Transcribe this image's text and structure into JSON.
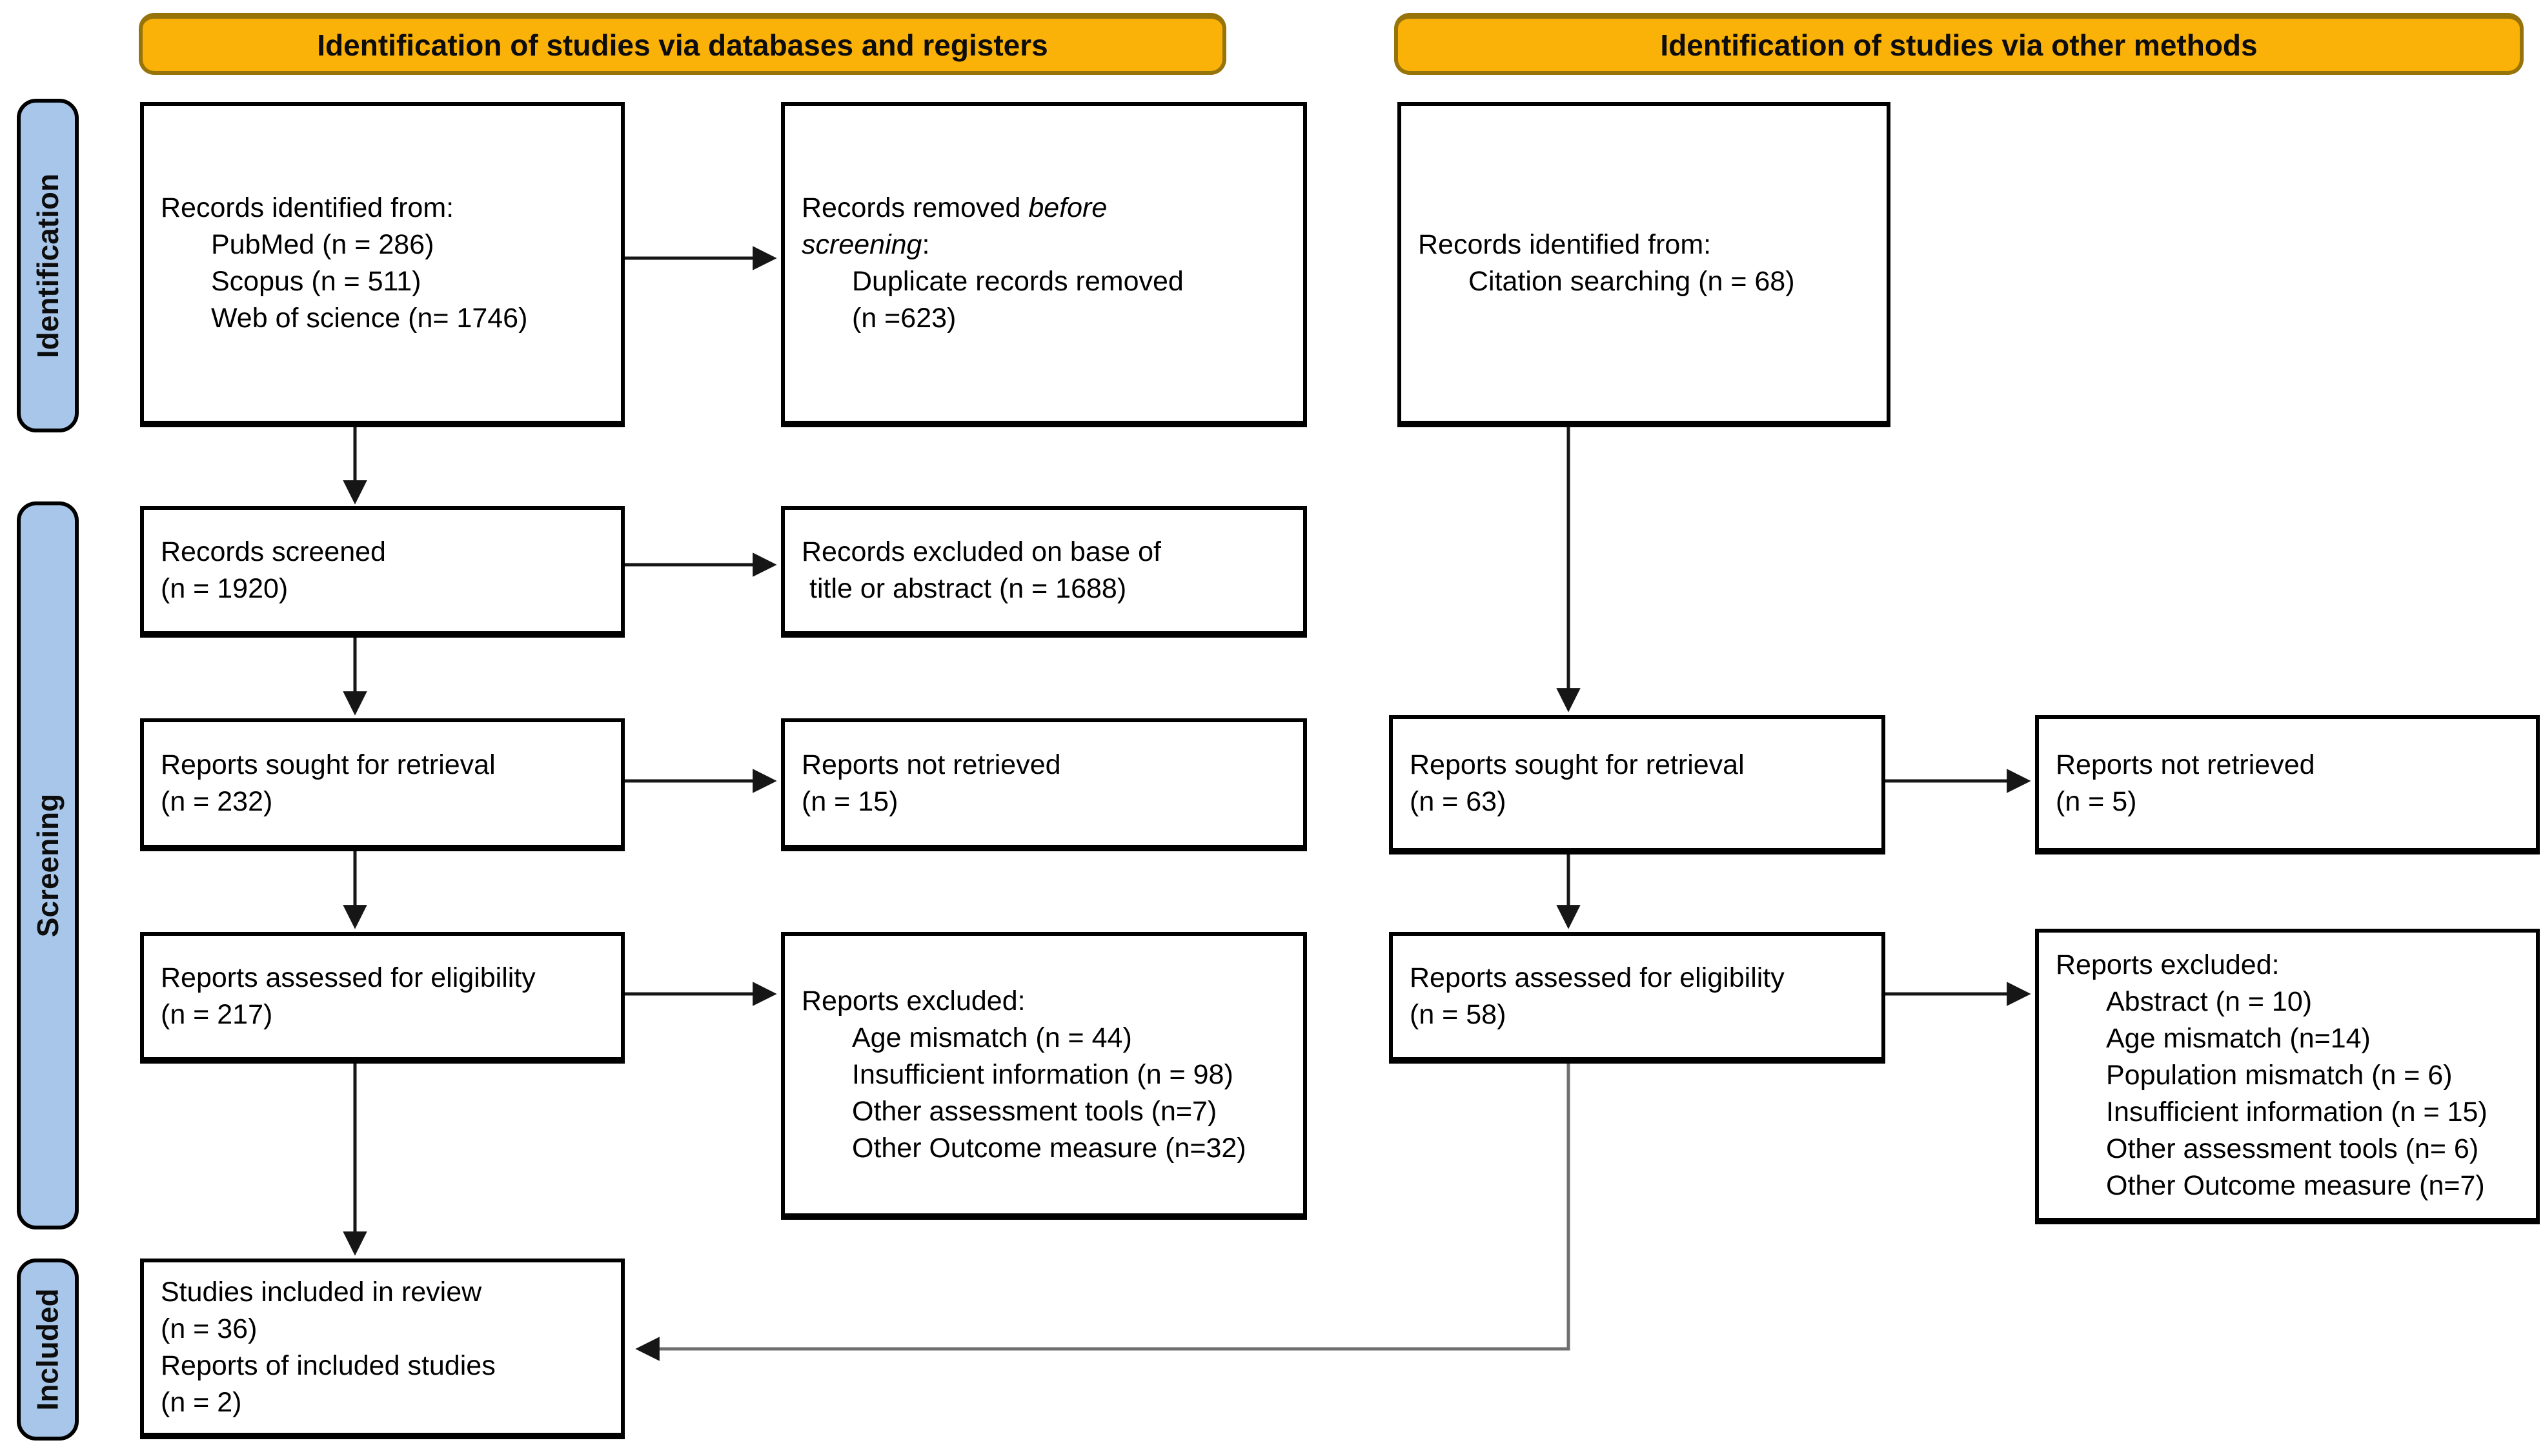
{
  "colors": {
    "banner-fill": "#FAB108",
    "banner-border": "#97740A",
    "sidebar-fill": "#A8C6E9",
    "wire": "#161616",
    "wire-soft": "#6f6f6f"
  },
  "banners": {
    "databases": "Identification of studies via databases and registers",
    "other": "Identification of studies via other methods"
  },
  "sidebar": {
    "identification": "Identification",
    "screening": "Screening",
    "included": "Included"
  },
  "boxes": {
    "db_identified": {
      "title": "Records identified from:",
      "items": [
        "PubMed (n = 286)",
        "Scopus (n = 511)",
        "Web of science (n= 1746)"
      ]
    },
    "records_removed": {
      "line1_normal": "Records removed ",
      "line1_italic": "before",
      "line2_italic": "screening",
      "line2_colon": ":",
      "items": [
        "Duplicate records removed",
        "(n =623)"
      ]
    },
    "other_identified": {
      "title": "Records identified from:",
      "items": [
        "Citation searching (n = 68)"
      ]
    },
    "records_screened": {
      "lines": [
        "Records screened",
        "(n = 1920)"
      ]
    },
    "records_excluded": {
      "lines": [
        "Records excluded on base of",
        "title or abstract (n = 1688)"
      ]
    },
    "reports_sought_db": {
      "lines": [
        "Reports sought for retrieval",
        "(n = 232)"
      ]
    },
    "reports_not_retrieved_db": {
      "lines": [
        "Reports not retrieved",
        "(n = 15)"
      ]
    },
    "reports_assessed_db": {
      "lines": [
        "Reports assessed for eligibility",
        "(n = 217)"
      ]
    },
    "reports_excluded_db": {
      "title": "Reports excluded:",
      "items": [
        "Age mismatch (n = 44)",
        "Insufficient information (n = 98)",
        "Other assessment tools (n=7)",
        "Other Outcome measure (n=32)"
      ]
    },
    "reports_sought_other": {
      "lines": [
        "Reports sought for retrieval",
        "(n = 63)"
      ]
    },
    "reports_not_retrieved_other": {
      "lines": [
        "Reports not retrieved",
        "(n = 5)"
      ]
    },
    "reports_assessed_other": {
      "lines": [
        "Reports assessed for eligibility",
        "(n = 58)"
      ]
    },
    "reports_excluded_other": {
      "title": "Reports excluded:",
      "items": [
        "Abstract (n = 10)",
        "Age mismatch (n=14)",
        "Population mismatch (n = 6)",
        "Insufficient information (n = 15)",
        "Other assessment tools (n= 6)",
        "Other Outcome measure (n=7)"
      ]
    },
    "included": {
      "lines": [
        "Studies included in review",
        "(n = 36)",
        "Reports of included studies",
        "(n = 2)"
      ]
    }
  }
}
